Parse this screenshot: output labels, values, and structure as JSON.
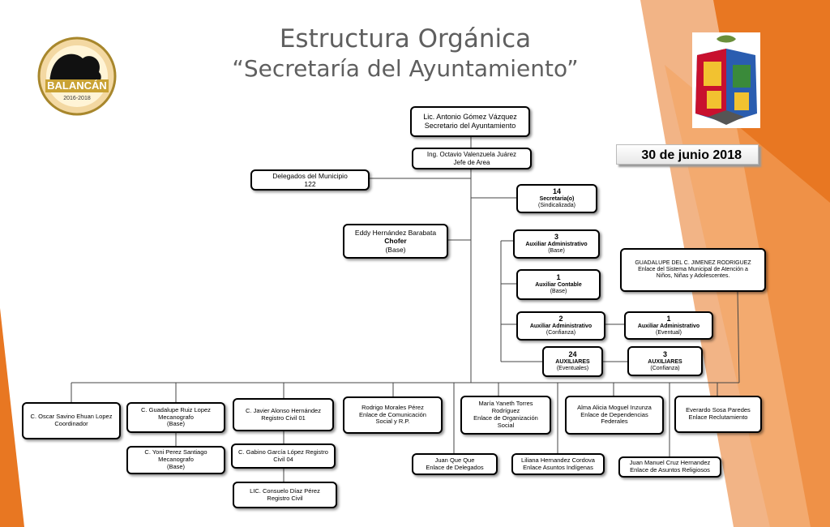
{
  "title": {
    "line1": "Estructura Orgánica",
    "line2": "“Secretaría del Ayuntamiento”"
  },
  "date": "30 de junio 2018",
  "logo_left": {
    "text": "BALANCÁN",
    "years": "2016-2018"
  },
  "colors": {
    "orange": "#e87722",
    "light_orange": "#f4a460",
    "title_gray": "#5f5f5f"
  },
  "boxes": {
    "secretario": {
      "name": "Lic. Antonio Gómez Vázquez",
      "role": "Secretario  del  Ayuntamiento"
    },
    "jefe_area": {
      "name": "Ing. Octavio Valenzuela  Juárez",
      "role": "Jefe de Area"
    },
    "delegados": {
      "name": "Delegados del Municipio",
      "count": "122"
    },
    "chofer": {
      "name": "Eddy Hernández Barabata",
      "role": "Chofer",
      "type": "(Base)"
    },
    "secretarias": {
      "count": "14",
      "role": "Secretaria(o)",
      "type": "(Sindicalizada)"
    },
    "aux_admin_base": {
      "count": "3",
      "role": "Auxiliar Administrativo",
      "type": "(Base)"
    },
    "aux_contable": {
      "count": "1",
      "role": "Auxiliar Contable",
      "type": "(Base)"
    },
    "aux_admin_confianza": {
      "count": "2",
      "role": "Auxiliar Administrativo",
      "type": "(Confianza)"
    },
    "aux_admin_eventual": {
      "count": "1",
      "role": "Auxiliar Administrativo",
      "type": "(Eventual)"
    },
    "auxiliares_eventuales": {
      "count": "24",
      "role": "AUXILIARES",
      "type": "(Eventuales)"
    },
    "auxiliares_confianza": {
      "count": "3",
      "role": "AUXILIARES",
      "type": "(Confianza)"
    },
    "guadalupe_jimenez": {
      "name": "GUADALUPE DEL C. JIMENEZ RODRIGUEZ",
      "role": "Enlace del Sistema Municipal de  Atención a\nNiños, Niñas y Adolescentes."
    },
    "oscar": {
      "name": "C. Oscar Savino Ehuan Lopez",
      "role": "Coordinador"
    },
    "guadalupe_ruiz": {
      "name": "C. Guadalupe Ruiz Lopez",
      "role": "Mecanografo",
      "type": "(Base)"
    },
    "yoni": {
      "name": "C. Yoni Perez Santiago",
      "role": "Mecanografo",
      "type": "(Base)"
    },
    "javier": {
      "name": "C. Javier Alonso Hernández",
      "role": "Registro Civil 01"
    },
    "gabino": {
      "name": "C. Gabino García López Registro",
      "role": "Civil 04"
    },
    "consuelo": {
      "name": "LIC. Consuelo Díaz Pérez",
      "role": "Registro Civil"
    },
    "rodrigo": {
      "name": "Rodrigo Morales Pérez",
      "role": "Enlace de Comunicación\nSocial y R.P."
    },
    "juan_que": {
      "name": "Juan Que Que",
      "role": "Enlace de Delegados"
    },
    "maria": {
      "name": "María Yaneth Torres\nRodríguez",
      "role": "Enlace de Organización\nSocial"
    },
    "liliana": {
      "name": "Liliana Hernandez Cordova",
      "role": "Enlace Asuntos Indígenas"
    },
    "alma": {
      "name": "Alma Alicia Moguel Inzunza",
      "role": "Enlace de Dependencias\nFederales"
    },
    "juan_manuel": {
      "name": "Juan Manuel Cruz Hernandez",
      "role": "Enlace de Asuntos Religiosos"
    },
    "everardo": {
      "name": "Everardo Sosa Paredes",
      "role": "Enlace Reclutamiento"
    }
  }
}
